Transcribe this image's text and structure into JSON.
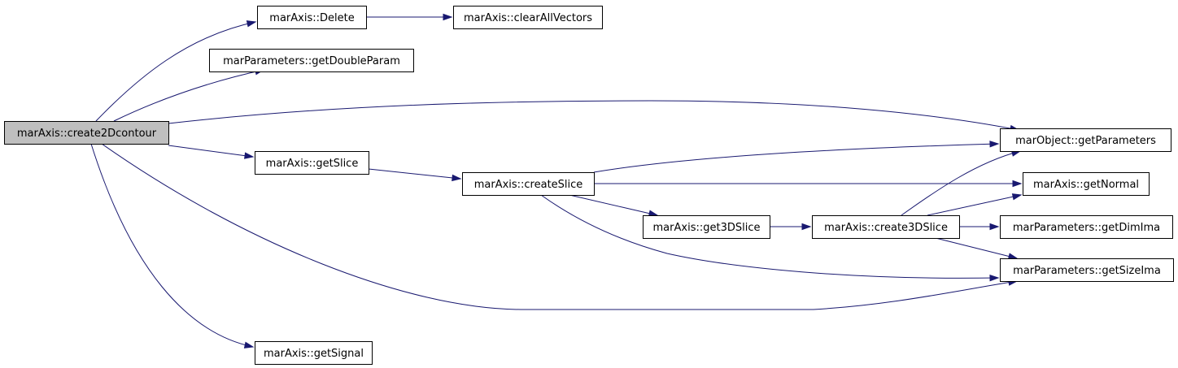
{
  "diagram": {
    "type": "call-graph",
    "colors": {
      "edge": "#191970",
      "root_fill": "#bfbfbf",
      "node_fill": "#ffffff",
      "node_border": "#000000"
    },
    "nodes": [
      {
        "id": "create2Dcontour",
        "label": "marAxis::create2Dcontour",
        "root": true
      },
      {
        "id": "Delete",
        "label": "marAxis::Delete"
      },
      {
        "id": "clearAllVectors",
        "label": "marAxis::clearAllVectors"
      },
      {
        "id": "getDoubleParam",
        "label": "marParameters::getDoubleParam"
      },
      {
        "id": "getSlice",
        "label": "marAxis::getSlice"
      },
      {
        "id": "createSlice",
        "label": "marAxis::createSlice"
      },
      {
        "id": "get3DSlice",
        "label": "marAxis::get3DSlice"
      },
      {
        "id": "create3DSlice",
        "label": "marAxis::create3DSlice"
      },
      {
        "id": "getParameters",
        "label": "marObject::getParameters"
      },
      {
        "id": "getNormal",
        "label": "marAxis::getNormal"
      },
      {
        "id": "getDimIma",
        "label": "marParameters::getDimIma"
      },
      {
        "id": "getSizeIma",
        "label": "marParameters::getSizeIma"
      },
      {
        "id": "getSignal",
        "label": "marAxis::getSignal"
      }
    ],
    "edges": [
      {
        "from": "create2Dcontour",
        "to": "Delete"
      },
      {
        "from": "Delete",
        "to": "clearAllVectors"
      },
      {
        "from": "create2Dcontour",
        "to": "getDoubleParam"
      },
      {
        "from": "create2Dcontour",
        "to": "getParameters"
      },
      {
        "from": "create2Dcontour",
        "to": "getSlice"
      },
      {
        "from": "getSlice",
        "to": "createSlice"
      },
      {
        "from": "createSlice",
        "to": "getParameters"
      },
      {
        "from": "createSlice",
        "to": "getNormal"
      },
      {
        "from": "createSlice",
        "to": "get3DSlice"
      },
      {
        "from": "createSlice",
        "to": "getSizeIma"
      },
      {
        "from": "get3DSlice",
        "to": "create3DSlice"
      },
      {
        "from": "create3DSlice",
        "to": "getParameters"
      },
      {
        "from": "create3DSlice",
        "to": "getNormal"
      },
      {
        "from": "create3DSlice",
        "to": "getDimIma"
      },
      {
        "from": "create3DSlice",
        "to": "getSizeIma"
      },
      {
        "from": "create2Dcontour",
        "to": "getSizeIma"
      },
      {
        "from": "create2Dcontour",
        "to": "getSignal"
      }
    ]
  }
}
